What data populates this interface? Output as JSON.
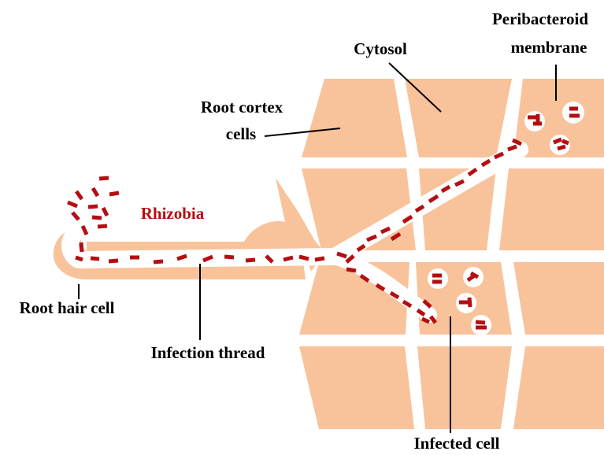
{
  "labels": {
    "cytosol": "Cytosol",
    "peribacteroid_line1": "Peribacteroid",
    "peribacteroid_line2": "membrane",
    "root_cortex_line1": "Root cortex",
    "root_cortex_line2": "cells",
    "rhizobia": "Rhizobia",
    "root_hair_cell": "Root hair cell",
    "infection_thread": "Infection thread",
    "infected_cell": "Infected cell"
  },
  "colors": {
    "cell_fill": "#f8c39b",
    "bacteria": "#b50e12",
    "outline": "#ffffff",
    "text": "#000000",
    "label_accent": "#b50e12"
  }
}
